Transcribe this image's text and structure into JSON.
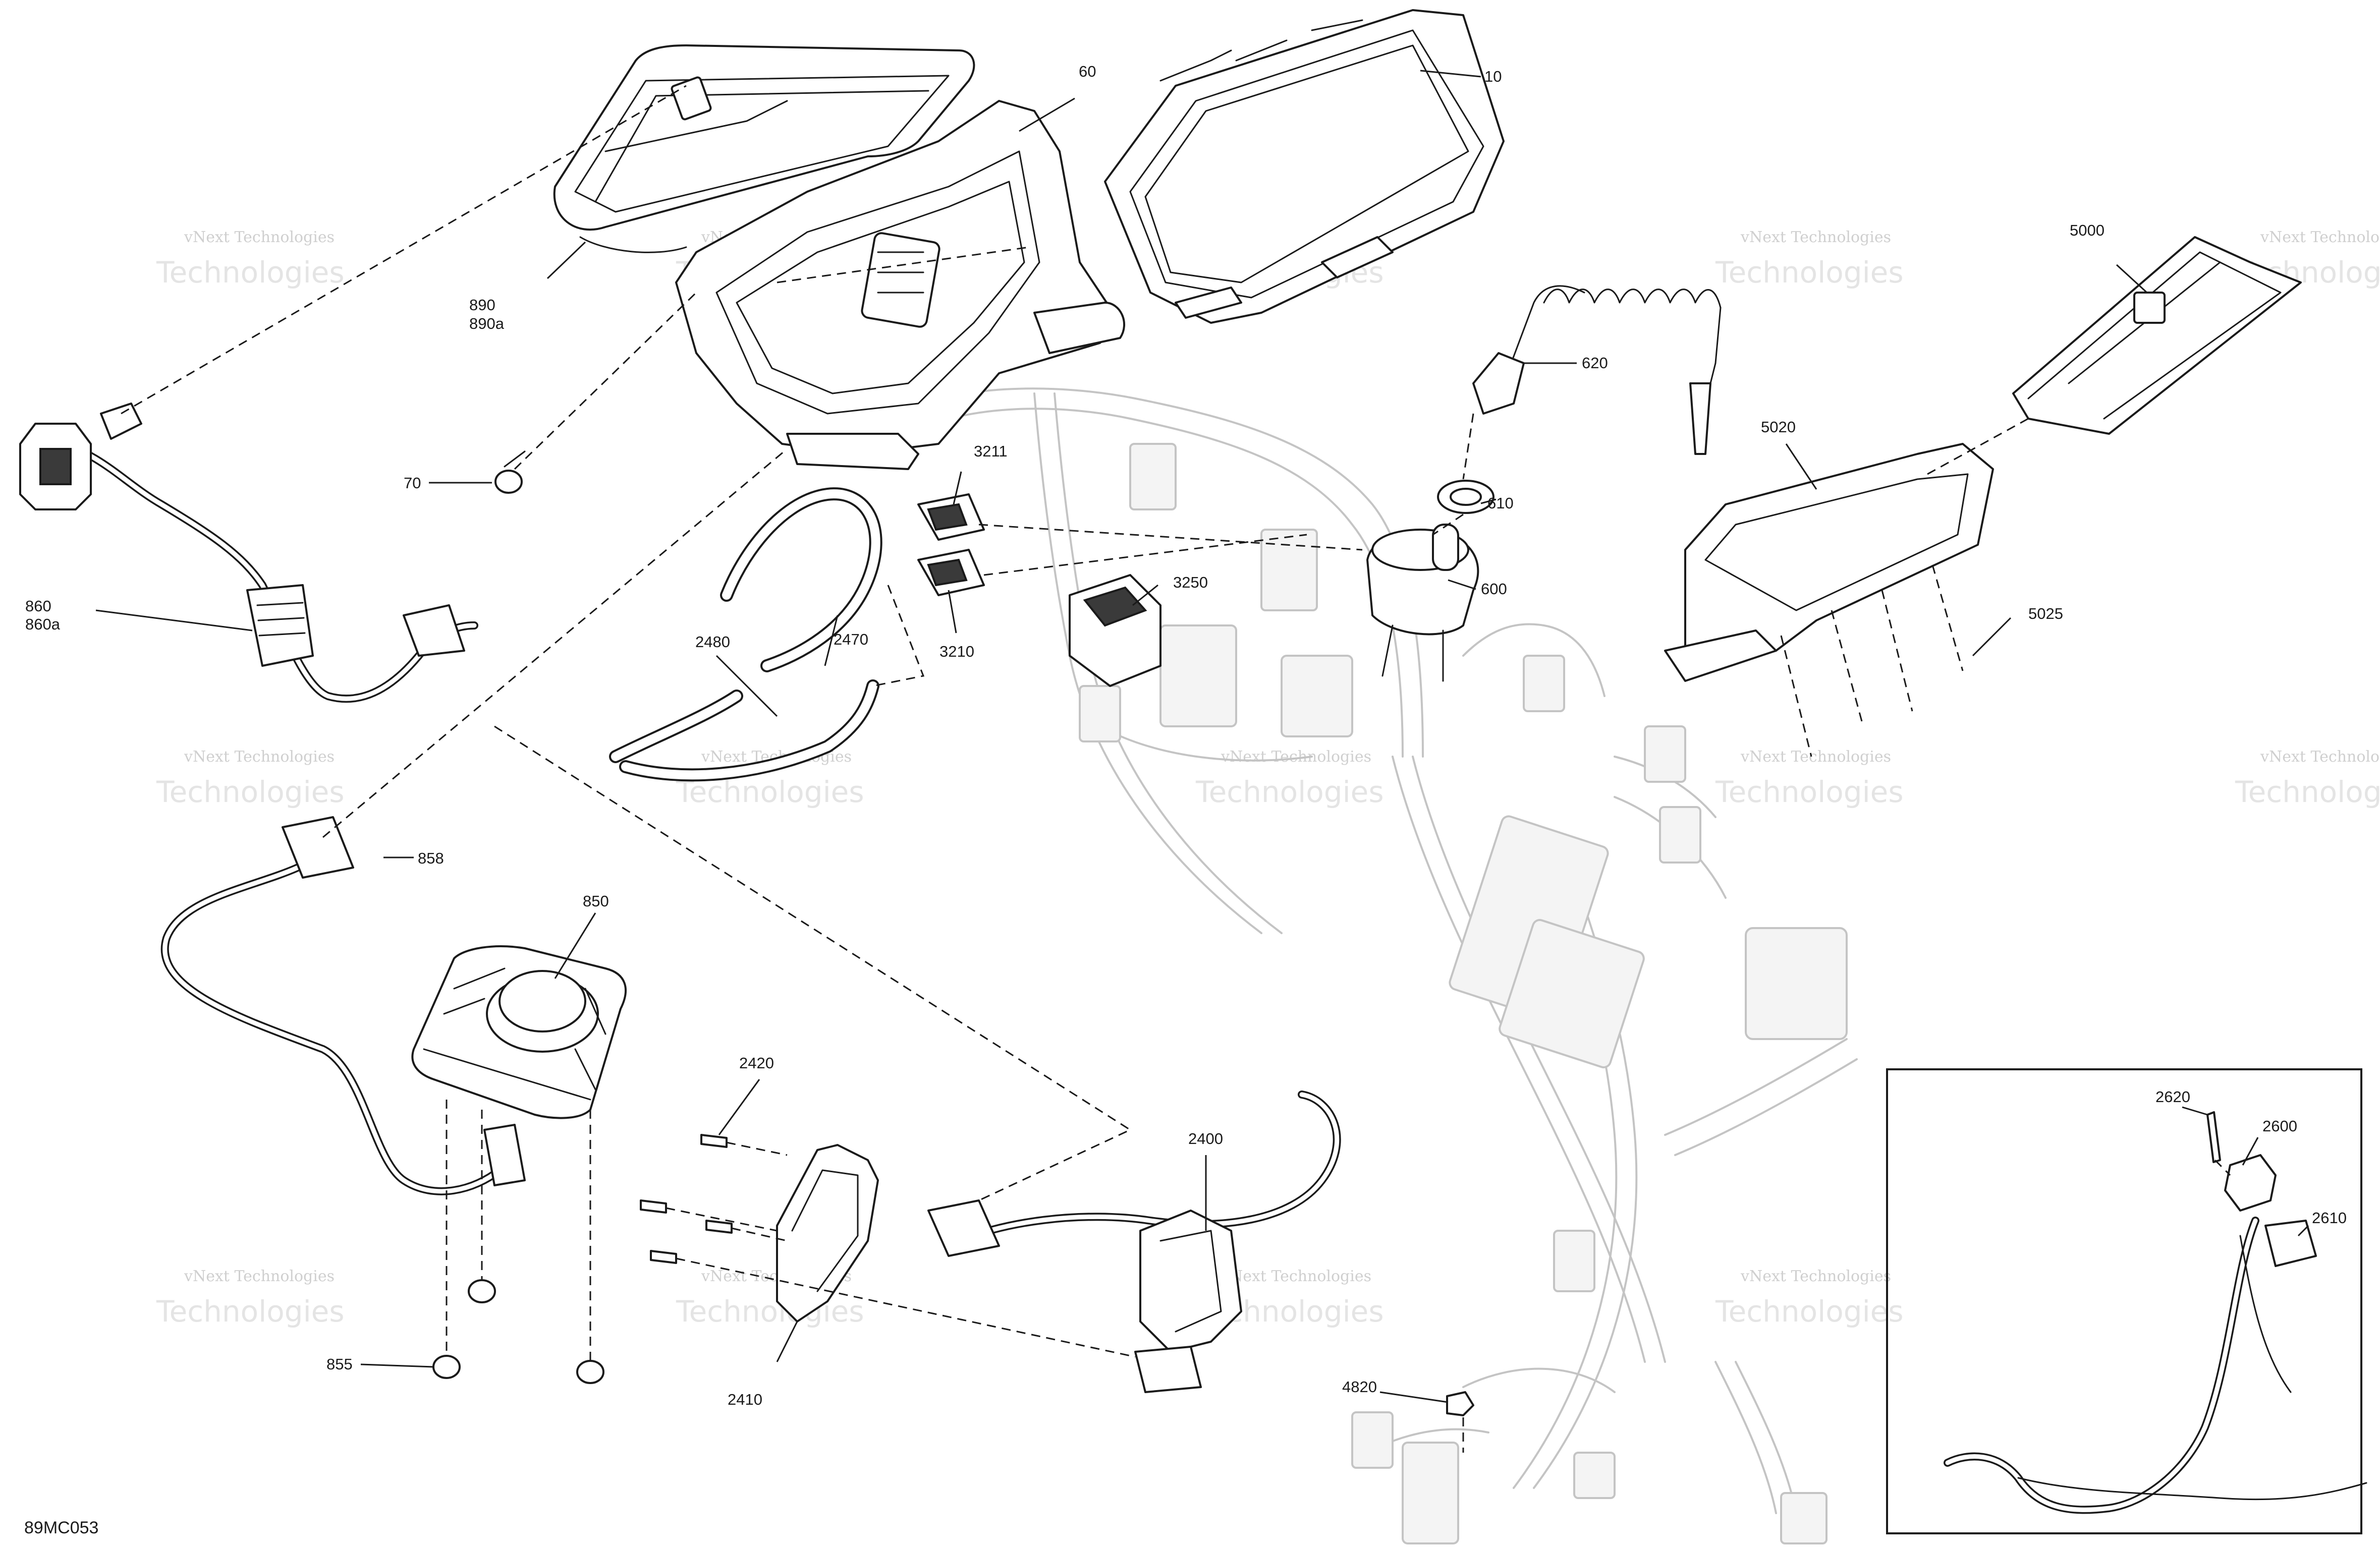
{
  "diagram_ref": "89MC053",
  "watermark": {
    "line1": "vNext Technologies",
    "line2": "Technologies"
  },
  "callouts": {
    "c10": "10",
    "c60": "60",
    "c70": "70",
    "c610": "610",
    "c600": "600",
    "c620": "620",
    "c858": "858",
    "c850": "850",
    "c855": "855",
    "c860": "860",
    "c860a": "860a",
    "c890": "890",
    "c890a": "890a",
    "c2400": "2400",
    "c2410": "2410",
    "c2420": "2420",
    "c2470": "2470",
    "c2480": "2480",
    "c2600": "2600",
    "c2610": "2610",
    "c2620": "2620",
    "c3210": "3210",
    "c3211": "3211",
    "c3250": "3250",
    "c4820": "4820",
    "c5000": "5000",
    "c5020": "5020",
    "c5025": "5025"
  }
}
